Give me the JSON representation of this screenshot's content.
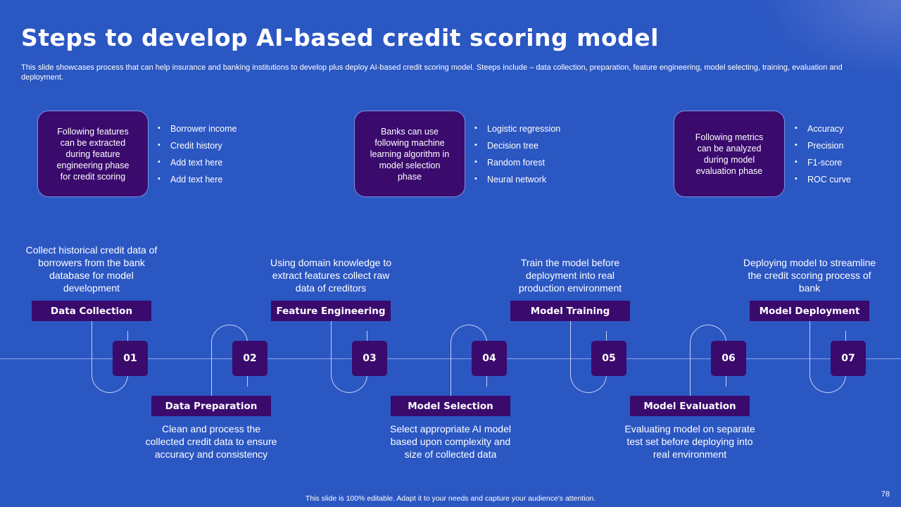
{
  "header": {
    "title": "Steps to develop AI-based credit scoring model",
    "subtitle": "This slide showcases process that can help insurance and banking institutions to develop plus deploy AI-based credit scoring model. Steeps include – data collection, preparation, feature engineering, model selecting, training, evaluation and deployment."
  },
  "info_boxes": [
    {
      "text": "Following features can be extracted during feature engineering phase for credit scoring",
      "bullets": [
        "Borrower income",
        "Credit history",
        "Add text here",
        "Add text here"
      ]
    },
    {
      "text": "Banks can use following machine learning algorithm in model selection phase",
      "bullets": [
        "Logistic regression",
        "Decision tree",
        "Random forest",
        "Neural network"
      ]
    },
    {
      "text": "Following metrics can be analyzed during model evaluation phase",
      "bullets": [
        "Accuracy",
        "Precision",
        "F1-score",
        "ROC curve"
      ]
    }
  ],
  "steps": [
    {
      "number": "01",
      "label": "Data Collection",
      "description": "Collect historical credit data of borrowers from the bank database for model development"
    },
    {
      "number": "02",
      "label": "Data Preparation",
      "description": "Clean and process the collected credit data to ensure accuracy and consistency"
    },
    {
      "number": "03",
      "label": "Feature Engineering",
      "description": "Using domain knowledge to extract features collect raw data of creditors"
    },
    {
      "number": "04",
      "label": "Model Selection",
      "description": "Select appropriate AI model based upon complexity and size of collected data"
    },
    {
      "number": "05",
      "label": "Model Training",
      "description": "Train the model before deployment into real production environment"
    },
    {
      "number": "06",
      "label": "Model Evaluation",
      "description": "Evaluating model on separate test set before deploying into real environment"
    },
    {
      "number": "07",
      "label": "Model Deployment",
      "description": "Deploying model to streamline the credit scoring process of bank"
    }
  ],
  "footer": {
    "note": "This slide is 100% editable. Adapt it to your needs and capture your audience's attention.",
    "page_number": "78"
  }
}
